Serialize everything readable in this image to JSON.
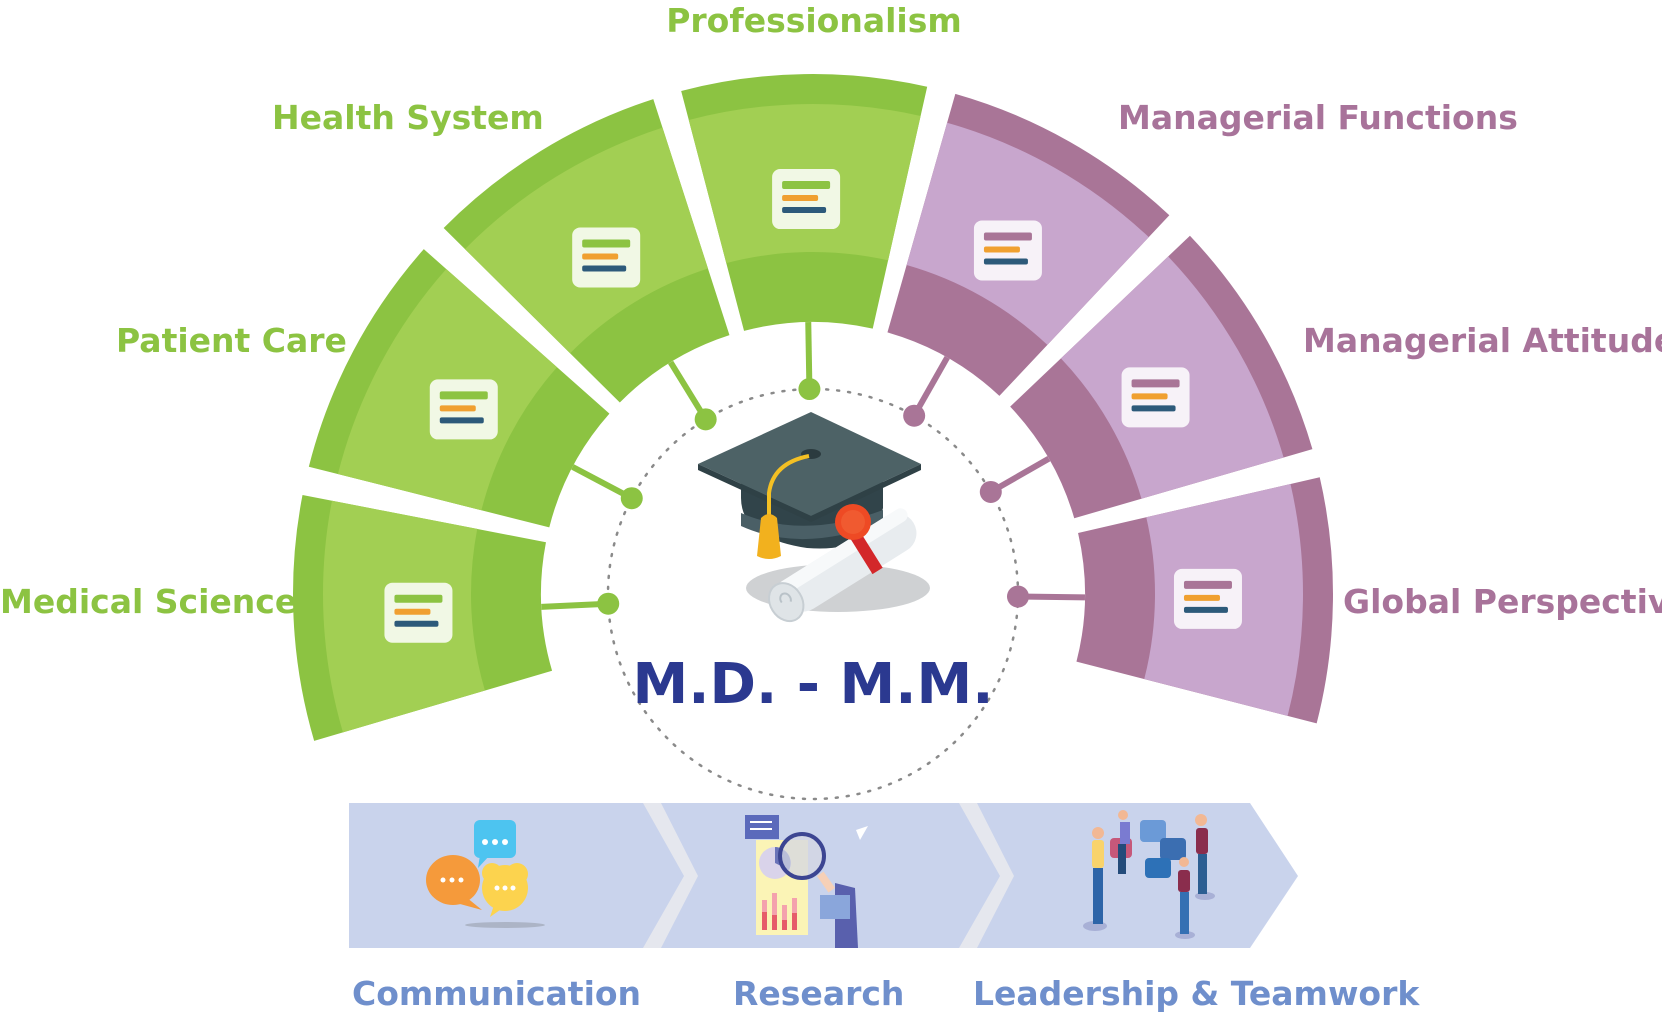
{
  "diagram": {
    "center_title": "M.D. - M.M.",
    "center_icon": "graduation-cap-diploma-icon",
    "colors": {
      "green_light": "#a2cf53",
      "green_dark": "#8cc342",
      "purple_light": "#c8a6cd",
      "purple_dark": "#a97597",
      "band": "#c9d3ec",
      "band_text": "#6f8fcc",
      "title": "#2b3990"
    },
    "segments": [
      {
        "label": "Medical Science",
        "group": "medical",
        "icon": "microscope-test-tubes-icon"
      },
      {
        "label": "Patient Care",
        "group": "medical",
        "icon": "heart-monitor-stethoscope-icon"
      },
      {
        "label": "Health System",
        "group": "medical",
        "icon": "globe-caduceus-apple-icon"
      },
      {
        "label": "Professionalism",
        "group": "medical",
        "icon": "doctors-clipboard-icon"
      },
      {
        "label": "Managerial Functions",
        "group": "managerial",
        "icon": "manager-charts-icon"
      },
      {
        "label": "Managerial Attitude",
        "group": "managerial",
        "icon": "lightbulb-growth-chart-icon"
      },
      {
        "label": "Global Perspective",
        "group": "managerial",
        "icon": "globe-orbit-icon"
      }
    ],
    "skills": [
      {
        "label": "Communication",
        "icon": "speech-bubbles-icon"
      },
      {
        "label": "Research",
        "icon": "magnifier-report-icon"
      },
      {
        "label": "Leadership & Teamwork",
        "icon": "team-puzzle-icon"
      }
    ]
  }
}
